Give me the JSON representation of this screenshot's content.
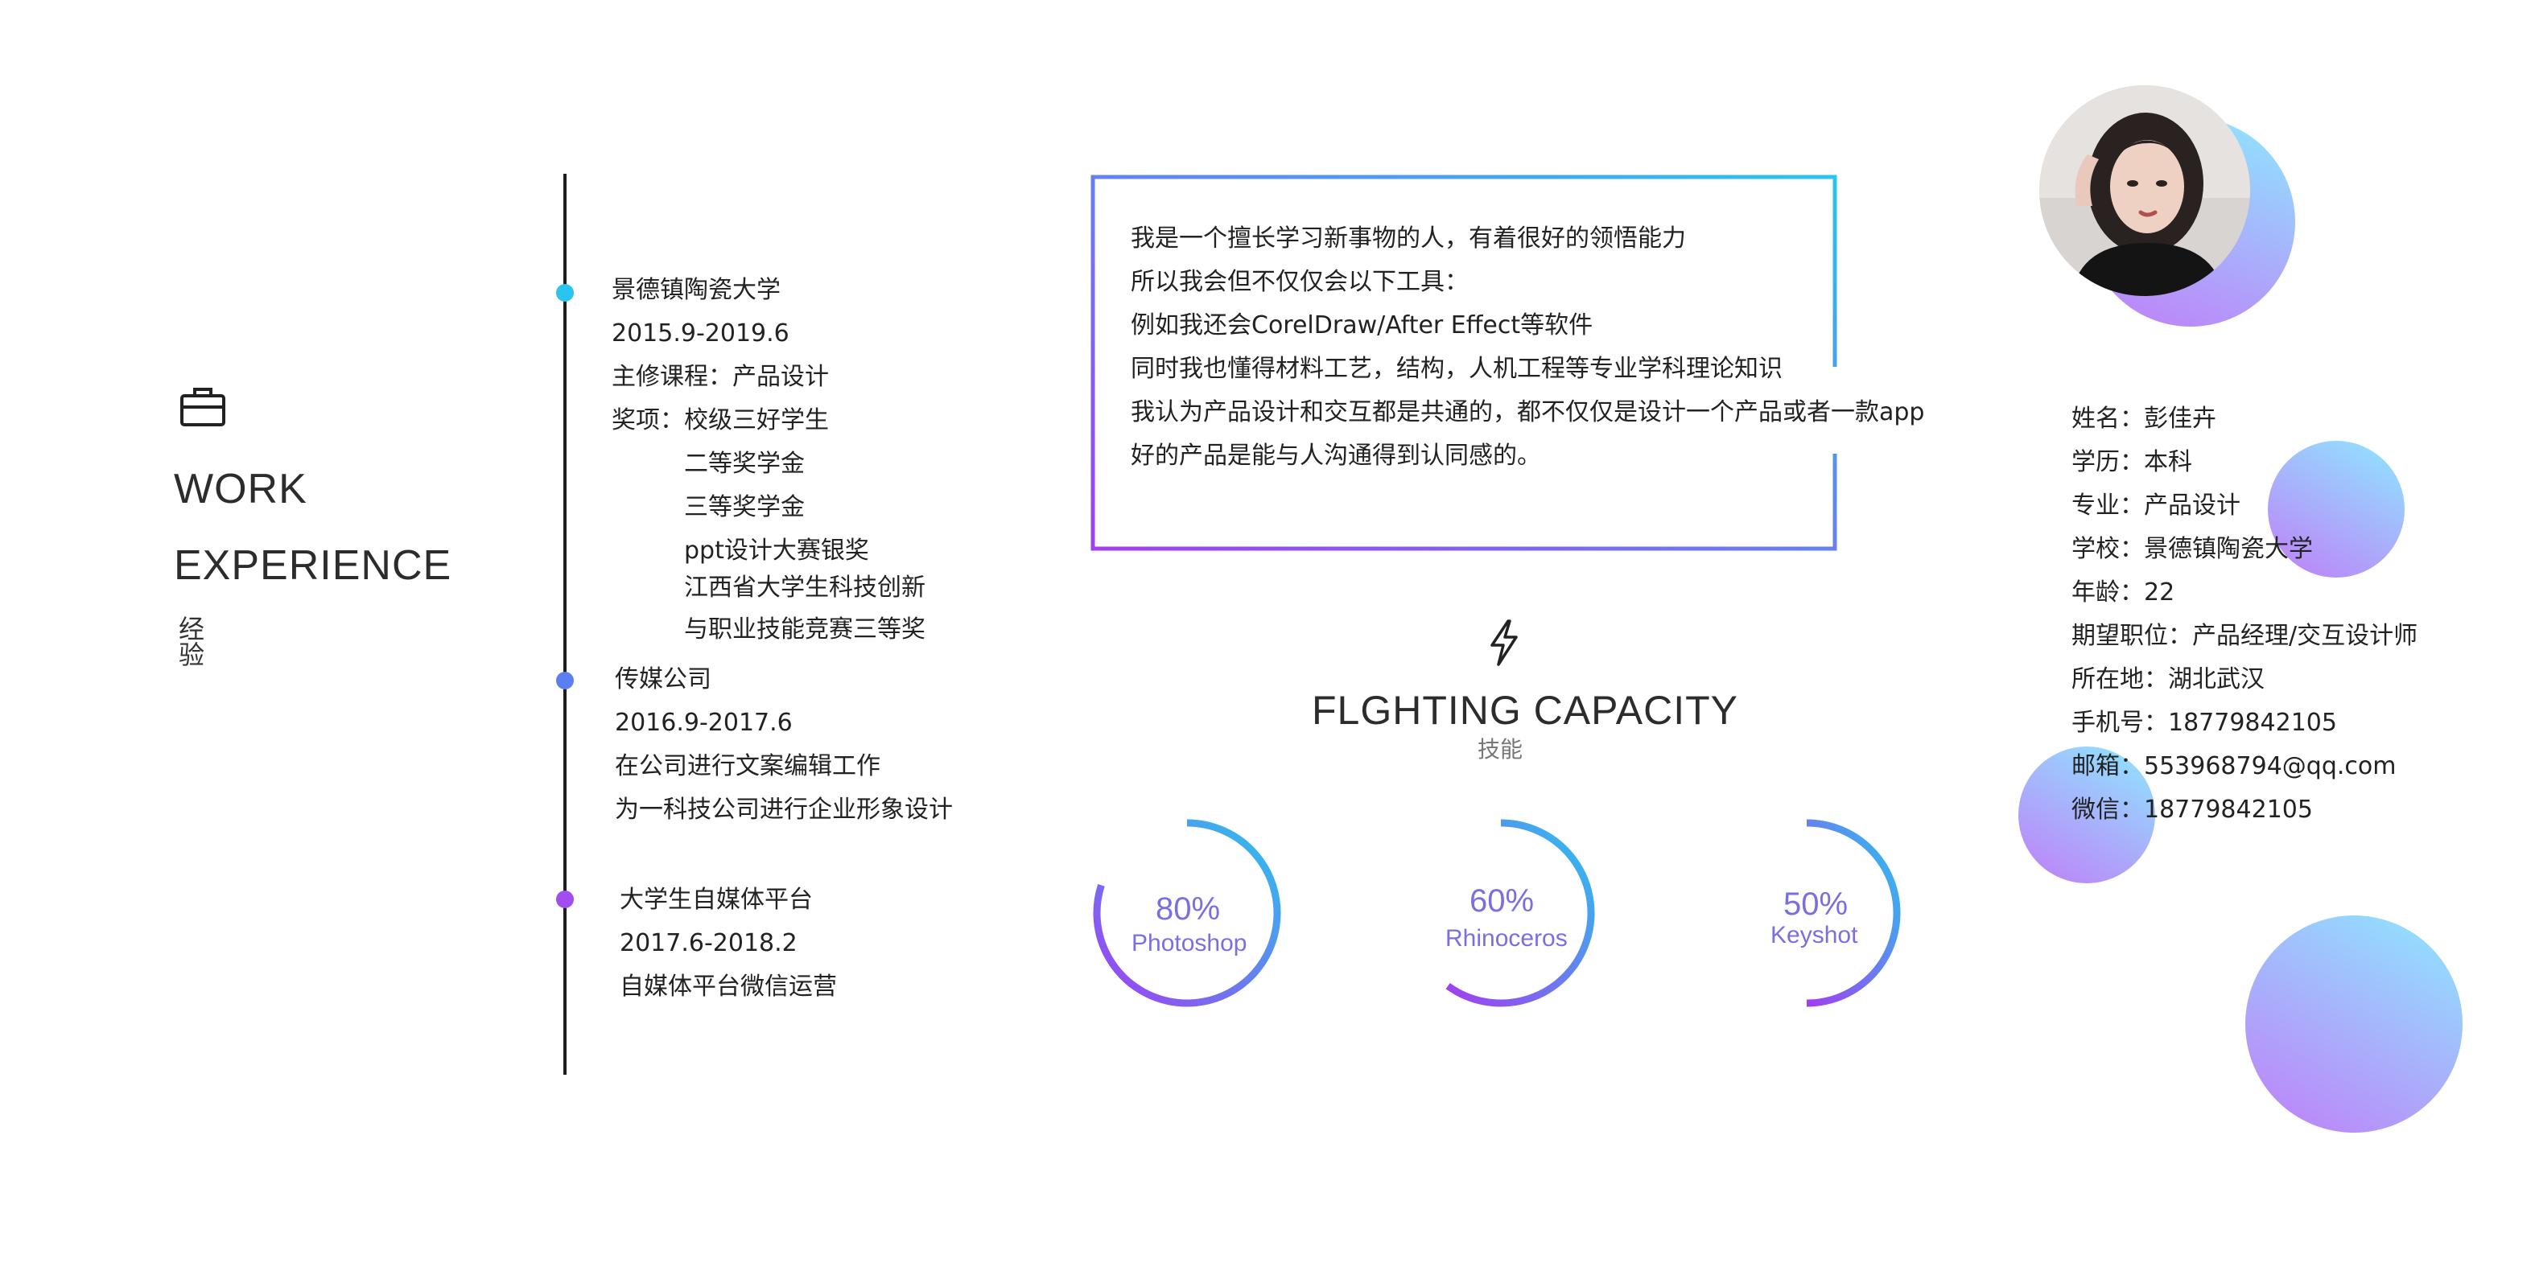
{
  "work": {
    "title_line1": "WORK",
    "title_line2": "EXPERIENCE",
    "subtitle": "经验",
    "icon": "briefcase-icon"
  },
  "timeline": [
    {
      "color": "#2ac4ee",
      "lines": [
        "景德镇陶瓷大学",
        "2015.9-2019.6",
        "主修课程：产品设计",
        "奖项：校级三好学生"
      ],
      "awards": [
        "二等奖学金",
        "三等奖学金",
        "ppt设计大赛银奖",
        "江西省大学生科技创新",
        "与职业技能竞赛三等奖"
      ]
    },
    {
      "color": "#5b7ff0",
      "lines": [
        "传媒公司",
        "2016.9-2017.6",
        "在公司进行文案编辑工作",
        "为一科技公司进行企业形象设计"
      ]
    },
    {
      "color": "#a04ef0",
      "lines": [
        "大学生自媒体平台",
        "2017.6-2018.2",
        "自媒体平台微信运营"
      ]
    }
  ],
  "intro": {
    "lines": [
      "我是一个擅长学习新事物的人，有着很好的领悟能力",
      "所以我会但不仅仅会以下工具：",
      "例如我还会CorelDraw/After Effect等软件",
      "同时我也懂得材料工艺，结构，人机工程等专业学科理论知识",
      "我认为产品设计和交互都是共通的，都不仅仅是设计一个产品或者一款app",
      "好的产品是能与人沟通得到认同感的。"
    ],
    "colors": {
      "start": "#a13ef0",
      "end": "#2ac4ee"
    }
  },
  "skills": {
    "icon": "lightning-icon",
    "title": "FLGHTING CAPACITY",
    "subtitle": "技能",
    "items": [
      {
        "percent_label": "80%",
        "name": "Photoshop",
        "value": 0.8
      },
      {
        "percent_label": "60%",
        "name": "Rhinoceros",
        "value": 0.6
      },
      {
        "percent_label": "50%",
        "name": "Keyshot",
        "value": 0.5
      }
    ]
  },
  "profile": {
    "avatar": "avatar-photo",
    "info": [
      "姓名：彭佳卉",
      "学历：本科",
      "专业：产品设计",
      "学校：景德镇陶瓷大学",
      "年龄：22",
      "期望职位：产品经理/交互设计师",
      "所在地：湖北武汉",
      "手机号：18779842105",
      "邮箱：553968794@qq.com",
      "微信：18779842105"
    ]
  },
  "colors": {
    "cyan": "#2ac4ee",
    "blue": "#5b7ff0",
    "purple": "#a04ef0",
    "bubble_light": "#8ee8ff",
    "bubble_violet": "#c07ef8"
  }
}
